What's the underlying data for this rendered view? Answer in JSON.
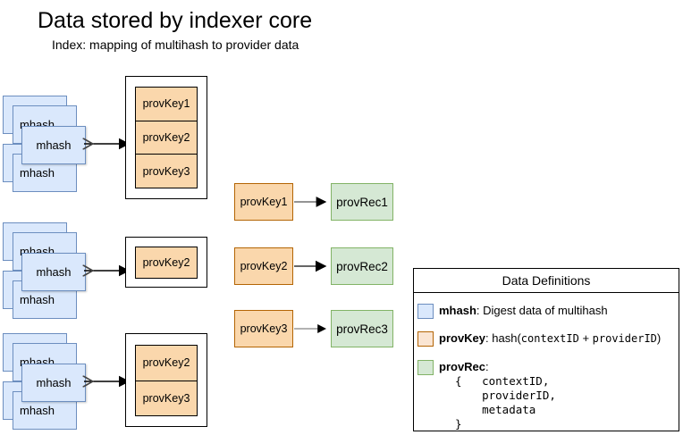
{
  "title": "Data stored by indexer core",
  "subtitle": "Index: mapping of multihash to provider data",
  "colors": {
    "mhash_fill": "#dae8fc",
    "mhash_stroke": "#6c8ebf",
    "provkey_fill": "#fad7ac",
    "provkey_stroke": "#b46504",
    "provrec_fill": "#d5e8d4",
    "provrec_stroke": "#82b366",
    "container_stroke": "#000000",
    "background": "#ffffff"
  },
  "index_rows": [
    {
      "mhash_labels": [
        "mhash",
        "mhash",
        "mhash"
      ],
      "prov_keys": [
        "provKey1",
        "provKey2",
        "provKey3"
      ]
    },
    {
      "mhash_labels": [
        "mhash",
        "mhash",
        "mhash"
      ],
      "prov_keys": [
        "provKey2"
      ]
    },
    {
      "mhash_labels": [
        "mhash",
        "mhash",
        "mhash"
      ],
      "prov_keys": [
        "provKey2",
        "provKey3"
      ]
    }
  ],
  "record_map": [
    {
      "key": "provKey1",
      "rec": "provRec1"
    },
    {
      "key": "provKey2",
      "rec": "provRec2"
    },
    {
      "key": "provKey3",
      "rec": "provRec3"
    }
  ],
  "legend": {
    "title": "Data Definitions",
    "items": [
      {
        "swatch": "blue",
        "term": "mhash",
        "separator": ": ",
        "desc": "Digest data of multihash"
      },
      {
        "swatch": "peach",
        "term": "provKey",
        "separator": ": ",
        "desc_pre": "hash(",
        "desc_mono_a": "contextID",
        "desc_mid": " + ",
        "desc_mono_b": "providerID",
        "desc_post": ")"
      },
      {
        "swatch": "green",
        "term": "provRec",
        "separator": ":",
        "code": "{   contextID,\n    providerID,\n    metadata\n}"
      }
    ]
  }
}
